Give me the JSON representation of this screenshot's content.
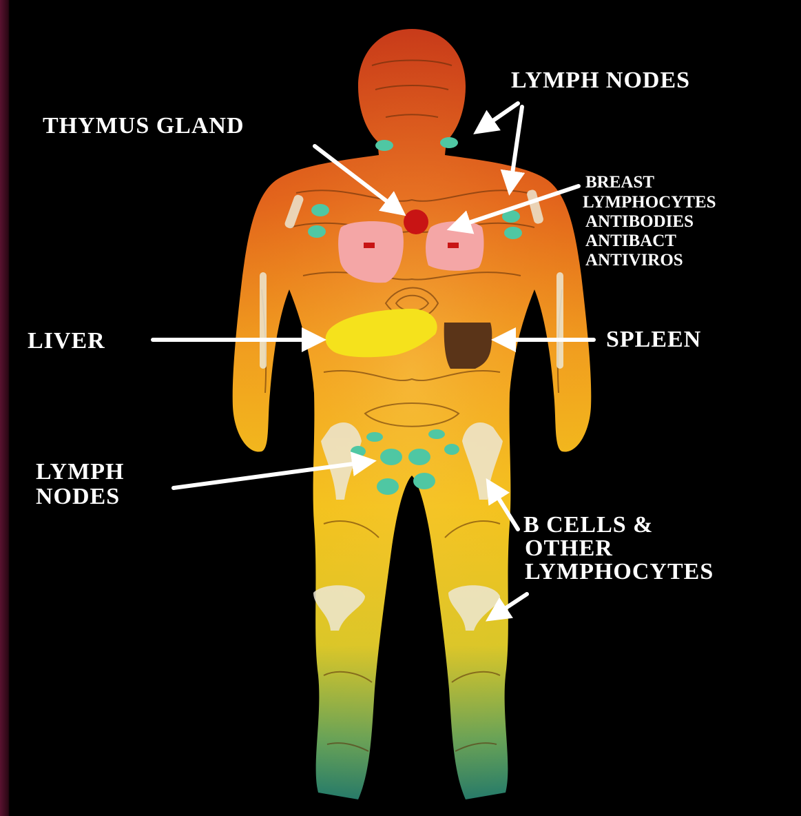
{
  "colors": {
    "background": "#000000",
    "border": "#5a1230",
    "body_top": "#c8381a",
    "body_mid": "#f09a20",
    "body_lower": "#e8c21a",
    "body_feet": "#2e8a6a",
    "lymph_node": "#4fc7a3",
    "thymus": "#c81414",
    "breast": "#f4a6a6",
    "liver": "#f5e21c",
    "spleen": "#5a3418",
    "arrow": "#ffffff",
    "label": "#ffffff"
  },
  "labels": {
    "lymph_nodes_top": "LYMPH NODES",
    "thymus_gland": "THYMUS GLAND",
    "breast": [
      "BREAST",
      "LYMPHOCYTES",
      "ANTIBODIES",
      "ANTIBACT",
      "ANTIVIROS"
    ],
    "liver": "LIVER",
    "spleen": "SPLEEN",
    "lymph_nodes_bottom": [
      "LYMPH",
      "NODES"
    ],
    "b_cells": [
      "B CELLS &",
      "OTHER",
      "LYMPHOCYTES"
    ]
  }
}
